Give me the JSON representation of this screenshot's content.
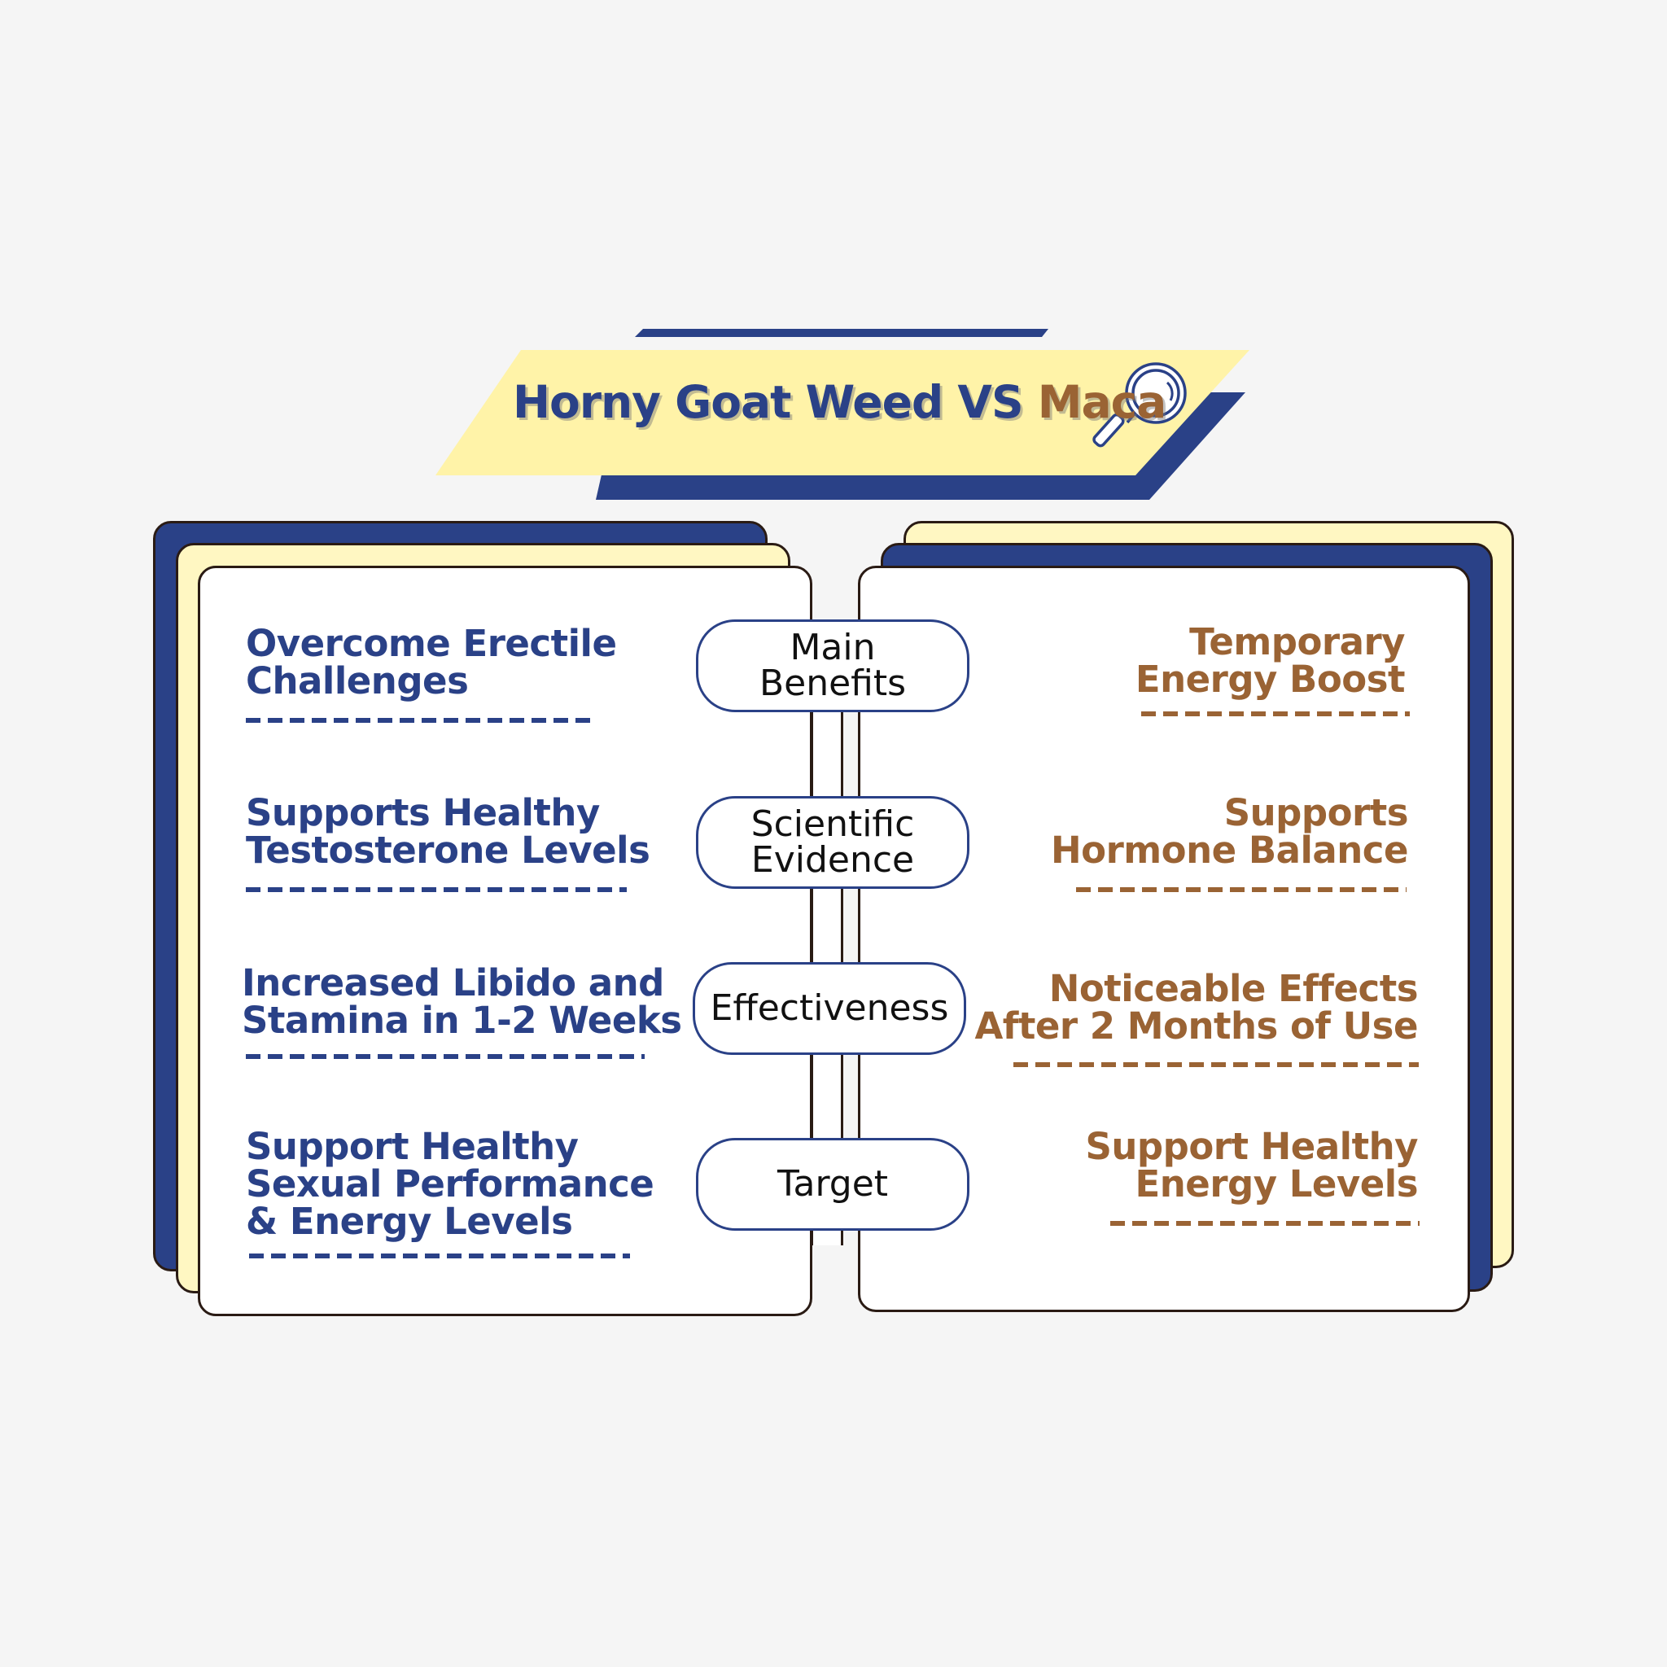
{
  "title": {
    "main": "Horny Goat Weed VS ",
    "highlight": "Maca"
  },
  "colors": {
    "navy": "#2a4187",
    "brown": "#9a6334",
    "cream": "#fff7c2",
    "banner": "#fff3a8"
  },
  "categories": [
    "Main\nBenefits",
    "Scientific\nEvidence",
    "Effectiveness",
    "Target"
  ],
  "left_items": [
    "Overcome Erectile\nChallenges",
    "Supports Healthy\nTestosterone Levels",
    "Increased Libido and\nStamina in 1-2 Weeks",
    "Support Healthy\nSexual Performance\n& Energy Levels"
  ],
  "right_items": [
    "Temporary\nEnergy Boost",
    "Supports\nHormone Balance",
    "Noticeable Effects\nAfter 2 Months of Use",
    "Support Healthy\nEnergy Levels"
  ]
}
